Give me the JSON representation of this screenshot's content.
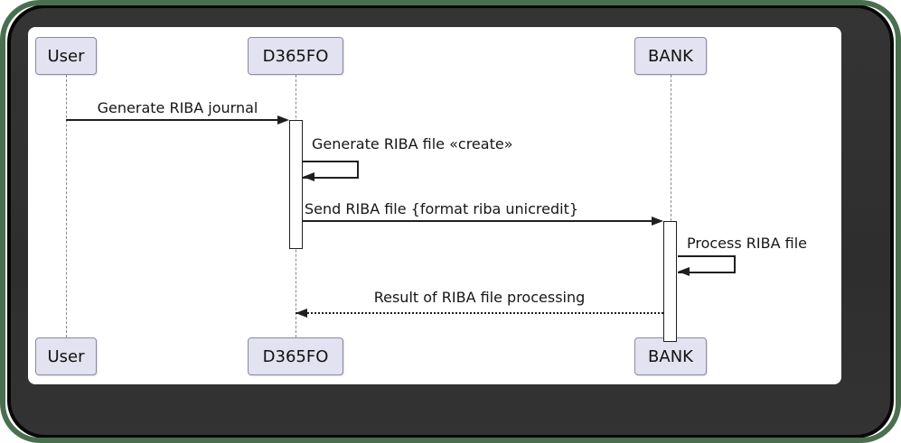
{
  "diagram": {
    "type": "sequence",
    "participants": [
      {
        "name": "User"
      },
      {
        "name": "D365FO"
      },
      {
        "name": "BANK"
      }
    ],
    "messages": [
      {
        "from": "User",
        "to": "D365FO",
        "label": "Generate RIBA journal",
        "line": "solid",
        "kind": "call"
      },
      {
        "from": "D365FO",
        "to": "D365FO",
        "label": "Generate RIBA file «create»",
        "line": "solid",
        "kind": "self"
      },
      {
        "from": "D365FO",
        "to": "BANK",
        "label": "Send RIBA file {format riba unicredit}",
        "line": "solid",
        "kind": "call"
      },
      {
        "from": "BANK",
        "to": "BANK",
        "label": "Process RIBA file",
        "line": "solid",
        "kind": "self"
      },
      {
        "from": "BANK",
        "to": "D365FO",
        "label": "Result of RIBA file processing",
        "line": "dotted",
        "kind": "return"
      }
    ],
    "activations": [
      {
        "on": "D365FO",
        "start_after": "Generate RIBA journal",
        "end_after": "Send RIBA file {format riba unicredit}"
      },
      {
        "on": "BANK",
        "start_after": "Send RIBA file {format riba unicredit}",
        "end_after": "Result of RIBA file processing"
      }
    ],
    "colors": {
      "participant_fill": "#e2e2f0",
      "participant_border": "#8c89a8",
      "line": "#1f1f1f",
      "lifeline": "#8a8a8a",
      "canvas": "#ffffff",
      "frame": "#2e2e2e",
      "frame_edge": "#070707",
      "outer_border": "#4a6f4f"
    }
  }
}
